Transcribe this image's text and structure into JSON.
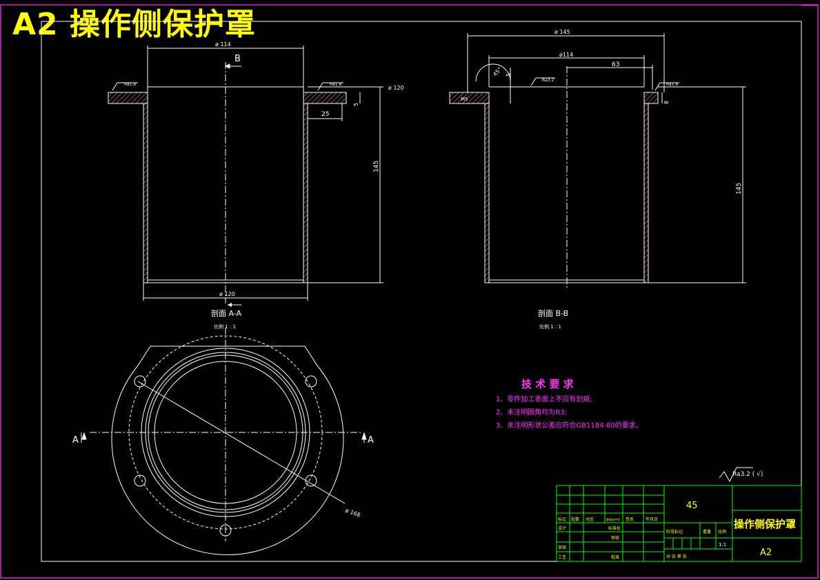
{
  "sheet_title": "A2 操作侧保护罩",
  "colors": {
    "background": "#000000",
    "border": "#cc33cc",
    "outline": "#ffffff",
    "hatch": "#ff9999",
    "title_block": "#00ff00",
    "title_text": "#ffff00",
    "requirements": "#ff33ff",
    "center_line": "#ffffff"
  },
  "view_a": {
    "dim_top_diameter": "ø 114",
    "dim_bottom_diameter": "ø 120",
    "dim_height": "145",
    "dim_flange": "25",
    "dim_flange_thickness": "5",
    "dim_outer_diameter": "ø 120",
    "section_marker": "B",
    "roughness_left": "Ra1.6",
    "roughness_right": "Ra1.6",
    "caption": "剖面  A-A",
    "scale": "比例  1 : 1"
  },
  "view_b": {
    "dim_outer": "ø 145",
    "dim_inner": "ø114",
    "dim_offset": "63",
    "dim_height": "145",
    "dim_flange_thickness": "8",
    "dim_angle": "45°",
    "dim_chamfer": "5",
    "roughness_top": "Ra3.2",
    "roughness_right": "Ra1.6",
    "hole_label": "M5",
    "caption": "剖面  B-B",
    "scale": "比例  1 : 1"
  },
  "plan_view": {
    "section_left": "A",
    "section_right": "A",
    "dim_bolt_circle": "ø 168"
  },
  "requirements": {
    "heading": "技 术 要 求",
    "items": [
      "1、零件加工表面上不应有划痕;",
      "2、未注明圆角均为R3;",
      "3、未注明形状公差应符合GB1184-80的要求。"
    ]
  },
  "roughness_note": "Ra3.2 ( √)",
  "title_block": {
    "material": "45",
    "part_name": "操作侧保护罩",
    "drawing_no": "A2",
    "scale": "1:1",
    "header_row": [
      "标记",
      "处数",
      "分区",
      "更改文件号",
      "签名",
      "年月日"
    ],
    "row_design": [
      "设计",
      "",
      "",
      "标准化",
      "",
      ""
    ],
    "row_review": [
      "审核",
      "",
      "",
      "",
      "",
      ""
    ],
    "row_craft": [
      "工艺",
      "",
      "",
      "批准",
      "",
      ""
    ],
    "row_check": [
      "",
      "",
      "",
      "审核",
      "",
      ""
    ],
    "stage_labels": [
      "阶段标记",
      "重量",
      "比例"
    ],
    "sheet_labels": [
      "共   张  第   张"
    ]
  }
}
